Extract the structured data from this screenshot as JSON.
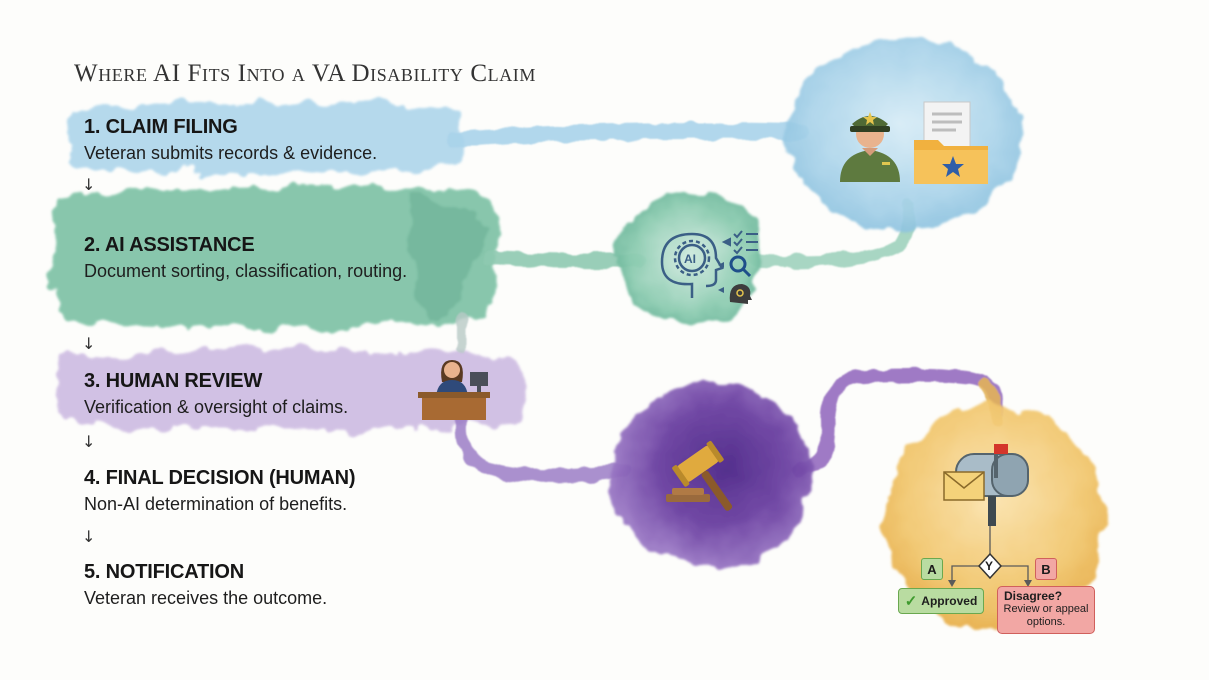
{
  "title": "Where AI Fits Into a VA Disability Claim",
  "steps": [
    {
      "heading": "1. CLAIM FILING",
      "description": "Veteran submits records & evidence."
    },
    {
      "heading": "2. AI ASSISTANCE",
      "description": "Document sorting, classification, routing."
    },
    {
      "heading": "3. HUMAN REVIEW",
      "description": "Verification & oversight of claims."
    },
    {
      "heading": "4. FINAL DECISION (HUMAN)",
      "description": "Non-AI determination of benefits."
    },
    {
      "heading": "5. NOTIFICATION",
      "description": "Veteran receives the outcome."
    }
  ],
  "arrow_glyph": "↓",
  "decision": {
    "branch_a_label": "A",
    "branch_y_label": "Y",
    "branch_b_label": "B",
    "approved_label": "Approved",
    "disagree_title": "Disagree?",
    "disagree_text": "Review or appeal options."
  },
  "icons": {
    "ai_chip": "AI",
    "step1": [
      "soldier-icon",
      "folder-document-icon"
    ],
    "step2": [
      "ai-head-icon",
      "checklist-icon",
      "magnifier-icon",
      "person-head-icon"
    ],
    "step3": [
      "reviewer-at-desk-icon"
    ],
    "step4": [
      "gavel-icon"
    ],
    "step5": [
      "mailbox-icon",
      "envelope-icon"
    ]
  },
  "colors": {
    "blue_wash": "#a9d3ea",
    "teal_wash": "#7cc1a4",
    "lavender_wash": "#c7b3df",
    "purple_wash": "#6a3fa0",
    "gold_wash": "#efc46a",
    "approved_green": "#b9dca1",
    "disagree_red": "#f2a7a4"
  }
}
